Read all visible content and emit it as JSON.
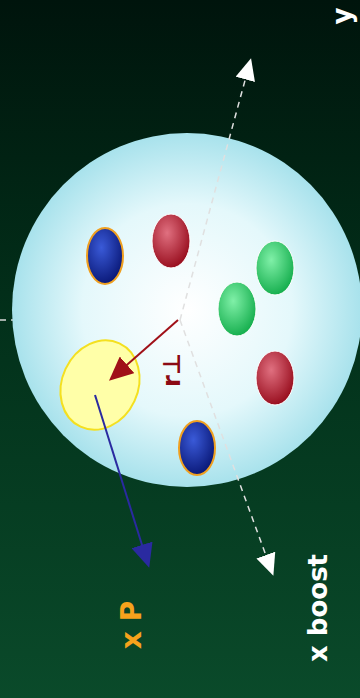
{
  "diagram": {
    "labels": [
      "y",
      "r⊥",
      "x P",
      "x boost"
    ]
  }
}
